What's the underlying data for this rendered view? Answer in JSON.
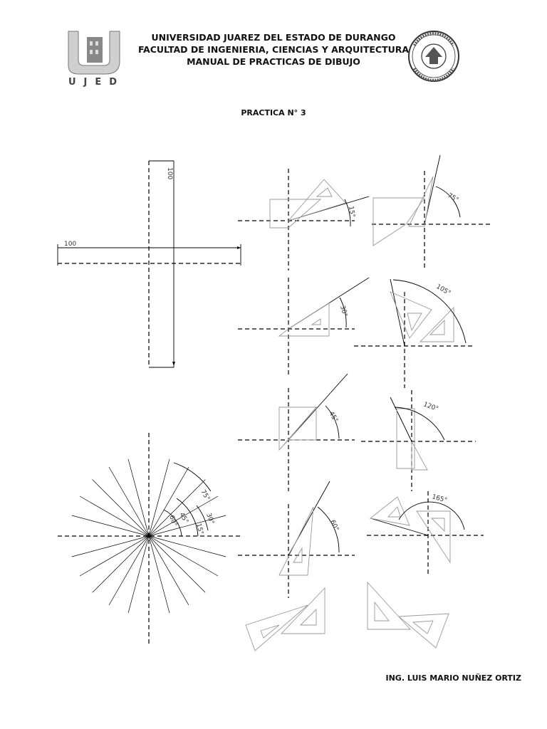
{
  "header": {
    "university": "UNIVERSIDAD JUAREZ DEL ESTADO DE DURANGO",
    "faculty": "FACULTAD DE INGENIERIA, CIENCIAS Y ARQUITECTURA",
    "manual": "MANUAL DE PRACTICAS DE DIBUJO",
    "logo_text": "UJED"
  },
  "practice_title": "PRACTICA N° 3",
  "author": "ING. LUIS MARIO NUÑEZ ORTIZ",
  "cross": {
    "horizontal_length": "100",
    "vertical_length": "100"
  },
  "angle_labels": {
    "a15": "15°",
    "a30": "30°",
    "a45": "45°",
    "a60": "60°",
    "a75": "75°",
    "a105": "105°",
    "a120": "120°",
    "a165": "165°"
  },
  "fan_labels": [
    "15°",
    "30°",
    "45°",
    "60°",
    "75°"
  ]
}
